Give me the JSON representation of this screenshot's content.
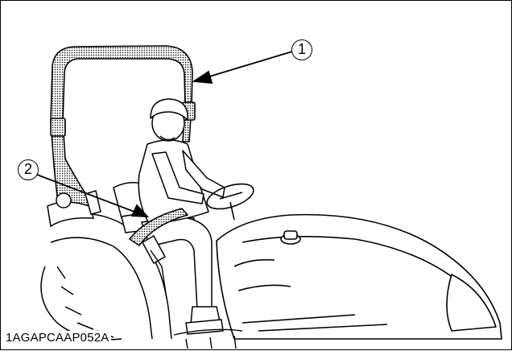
{
  "figure": {
    "figure_code": "1AGAPCAAP052A",
    "callouts": [
      {
        "number": "1"
      },
      {
        "number": "2"
      }
    ],
    "colors": {
      "line": "#000000",
      "background": "#ffffff",
      "highlight_fill": "#bdbdbd"
    },
    "icons": [
      "rops-frame",
      "seat-belt",
      "operator",
      "tractor"
    ]
  }
}
